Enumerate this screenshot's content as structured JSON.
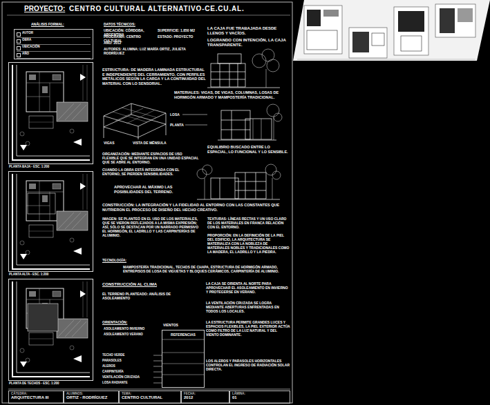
{
  "diagram": {
    "title": "CENTRO CULTURAL ALTERNATIVO-CE.CU.AL.",
    "nodes": [
      {
        "text": [
          "AUTOR",
          "OBRA",
          "UBICACIÓN",
          "AÑO"
        ]
      },
      {
        "text": [
          "PLANTA BAJA - ESC. 1:200"
        ]
      },
      {
        "text": [
          "PLANTA ALTA - ESC. 1:200"
        ]
      },
      {
        "text": [
          "PLANTA DE TECHOS - ESC. 1:200"
        ]
      },
      {
        "text": [
          "REFERENCIAS"
        ]
      },
      {
        "text": [
          "CÁTEDRA:",
          "ARQUITECTURA III"
        ]
      },
      {
        "text": [
          "ALUMNOS:",
          "ORTIZ - RODRÍGUEZ"
        ]
      },
      {
        "text": [
          "TEMA:",
          "CENTRO CULTURAL"
        ]
      },
      {
        "text": [
          "FECHA:",
          "2012"
        ]
      },
      {
        "text": [
          "LÁMINA:",
          "01"
        ]
      }
    ],
    "labels": [
      "PROYECTO:",
      "ANÁLISIS FORMAL:",
      "DATOS TÉCNICOS:",
      "UBICACIÓN: CÓRDOBA, ARGENTINA",
      "SUPERFICIE: 1.850 M2",
      "PROGRAMA: CENTRO CULTURAL",
      "ESTADO: PROYECTO",
      "AÑO: 2012",
      "AUTORES: ALUMNA: LUZ MARÍA ORTIZ, JULIETA RODRÍGUEZ",
      "LA CAJA FUE TRABAJADA DESDE LLENOS Y VACÍOS.",
      "LOGRANDO CON INTENCIÓN, LA CAJA TRANSPARENTE.",
      "ESTRUCTURA: DE MADERA LAMINADA ESTRUCTURAL E INDEPENDIENTE DEL CERRAMIENTO, CON PERFILES METÁLICOS SEGÚN LA CARGA Y LA CONTINUIDAD DEL MATERIAL CON LO SENSORIAL.",
      "MATERIALES: VIGAS, DE VIGAS, COLUMNAS, LOSAS DE HORMIGÓN ARMADO Y MAMPOSTERÍA TRADICIONAL.",
      "VIGAS",
      "VISTA DE MÉNSULA",
      "LOSA",
      "PLANTA",
      "EQUILIBRIO BUSCADO ENTRE LO ESPACIAL, LO FUNCIONAL Y LO SENSIBLE.",
      "ORGANIZACIÓN: MEDIANTE ESPACIOS DE USO FLEXIBLE QUE SE INTEGRAN EN UNA UNIDAD ESPACIAL QUE SE ABRE AL ENTORNO.",
      "CUANDO LA OBRA ESTÁ INTEGRADA CON EL ENTORNO, SE PIERDEN SENSIBILIDADES.",
      "APROVECHAR AL MÁXIMO LAS POSIBILIDADES DEL TERRENO.",
      "CONSTRUCCIÓN: LA INTEGRACIÓN Y LA FIDELIDAD AL ENTORNO CON LAS CONSTANTES QUE NUTRIERON EL PROCESO DE DISEÑO DEL HECHO CREATIVO.",
      "IMAGEN: SE PLANTEÓ EN EL USO DE LOS MATERIALES, QUE SE VIERON REFLEJADOS A LA MISMA EXPRESIÓN; ASÍ, SÓLO SE DESTACAN POR UN NARRADO PERMISIVO EL HORMIGÓN, EL LADRILLO Y LAS CARPINTERÍAS DE ALUMINIO.",
      "TEXTURAS: LÍNEAS RECTAS Y UN USO CLARO DE LOS MATERIALES EN FRANCA RELACIÓN CON EL ENTORNO.",
      "PROPORCIÓN: EN LA DEFINICIÓN DE LA PIEL DEL EDIFICIO, LA ARQUITECTURA SE MATERIALIZA CON LA NOBLEZA DE MATERIALES NOBLES Y TRADICIONALES COMO LA MADERA, EL LADRILLO Y LA PIEDRA.",
      "TECNOLOGÍA:",
      "MAMPOSTERÍA TRADICIONAL, TECHOS DE CHAPA, ESTRUCTURA DE HORMIGÓN ARMADO, ENTREPISOS DE LOSA DE VIGUETAS Y BLOQUES CERÁMICOS, CARPINTERÍA DE ALUMINIO.",
      "CONSTRUCCIÓN AL CLIMA",
      "EL TERRENO PLANTEADO: ANÁLISIS DE ASOLEAMIENTO",
      "LA CAJA SE ORIENTA AL NORTE PARA APROVECHAR EL ASOLEAMIENTO EN INVIERNO Y PROTEGERSE EN VERANO.",
      "LA VENTILACIÓN CRUZADA SE LOGRA MEDIANTE ABERTURAS ENFRENTADAS EN TODOS LOS LOCALES.",
      "LA ESTRUCTURA PERMITE GRANDES LUCES Y ESPACIOS FLEXIBLES, LA PIEL EXTERIOR ACTÚA COMO FILTRO DE LA LUZ NATURAL Y DEL VIENTO DOMINANTE.",
      "LOS ALEROS Y PARASOLES HORIZONTALES CONTROLAN EL INGRESO DE RADIACIÓN SOLAR DIRECTA.",
      "ORIENTACIÓN:",
      "ASOLEAMIENTO INVIERNO",
      "ASOLEAMIENTO VERANO",
      "VIENTOS",
      "TECHO VERDE",
      "PARASOLES",
      "ALEROS",
      "CARPINTERÍA",
      "VENTILACIÓN CRUZADA",
      "LOSA RADIANTE"
    ]
  }
}
